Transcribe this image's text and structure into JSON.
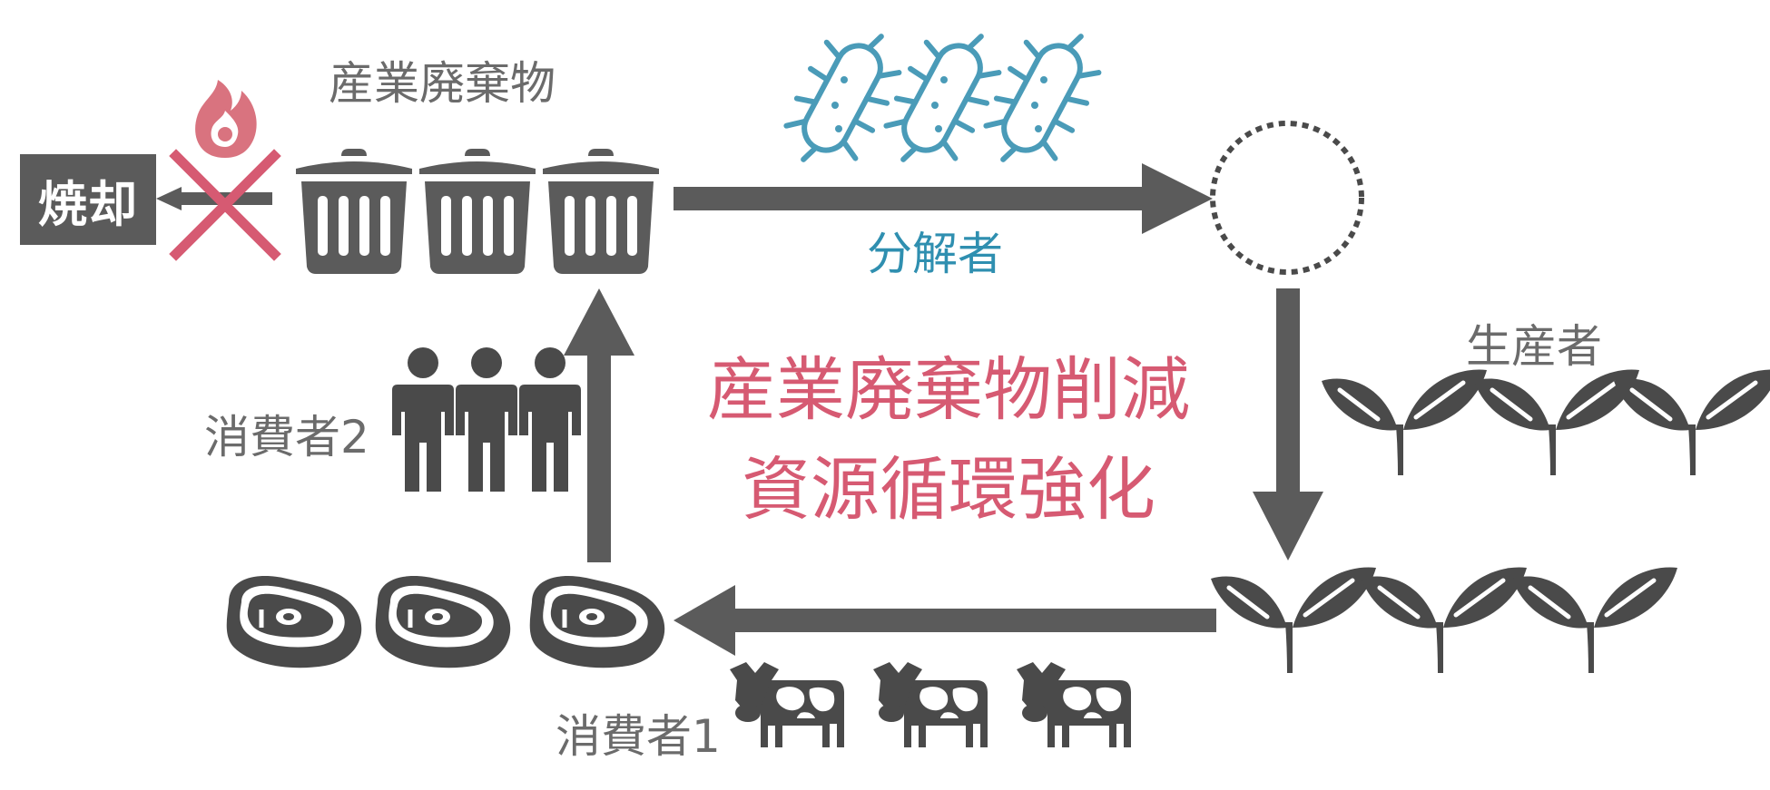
{
  "labels": {
    "incineration": "焼却",
    "industrial_waste": "産業廃棄物",
    "decomposer": "分解者",
    "producer": "生産者",
    "consumer_2": "消費者2",
    "consumer_1": "消費者1"
  },
  "headline": {
    "line1": "産業廃棄物削減",
    "line2": "資源循環強化"
  },
  "colors": {
    "dark_gray": "#5b5b5b",
    "label_gray": "#6b6b6b",
    "decomposer_blue": "#2f8fb0",
    "bacteria_blue": "#4a9bb8",
    "accent_pink": "#d65a72",
    "fire_pink": "#d9737f"
  },
  "icons": {
    "waste": "trash-can-icon",
    "decomposer": "bacteria-icon",
    "producer": "sprout-icon",
    "consumer_1": "cow-icon",
    "consumer_1_product": "steak-icon",
    "consumer_2": "person-icon",
    "fire": "fire-icon",
    "prohibited": "cross-mark-icon"
  }
}
